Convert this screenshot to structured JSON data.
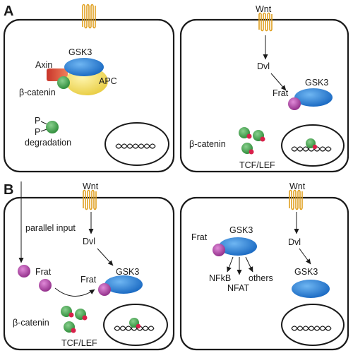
{
  "panels": {
    "a": {
      "letter": "A",
      "left": {
        "axin": "Axin",
        "gsk3": "GSK3",
        "apc": "APC",
        "beta_catenin": "β-catenin",
        "p_top": "P",
        "p_bottom": "P",
        "degradation": "degradation"
      },
      "right": {
        "wnt": "Wnt",
        "dvl": "Dvl",
        "frat": "Frat",
        "gsk3": "GSK3",
        "beta_catenin": "β-catenin",
        "tcf_lef": "TCF/LEF"
      }
    },
    "b": {
      "letter": "B",
      "left": {
        "wnt": "Wnt",
        "parallel_input": "parallel input",
        "dvl": "Dvl",
        "frat_free": "Frat",
        "frat_bound": "Frat",
        "gsk3": "GSK3",
        "beta_catenin": "β-catenin",
        "tcf_lef": "TCF/LEF"
      },
      "right": {
        "wnt": "Wnt",
        "frat": "Frat",
        "gsk3_bound": "GSK3",
        "nfkb": "NFkB",
        "nfat": "NFAT",
        "others": "others",
        "dvl": "Dvl",
        "gsk3_free": "GSK3"
      }
    }
  },
  "colors": {
    "gsk3": "#1a78d0",
    "frat": "#b03aa0",
    "beta_catenin": "#3ea046",
    "phospho": "#d8204a",
    "apc": "#f2e060",
    "axin": "#e4503a",
    "receptor": "#e0a020"
  }
}
